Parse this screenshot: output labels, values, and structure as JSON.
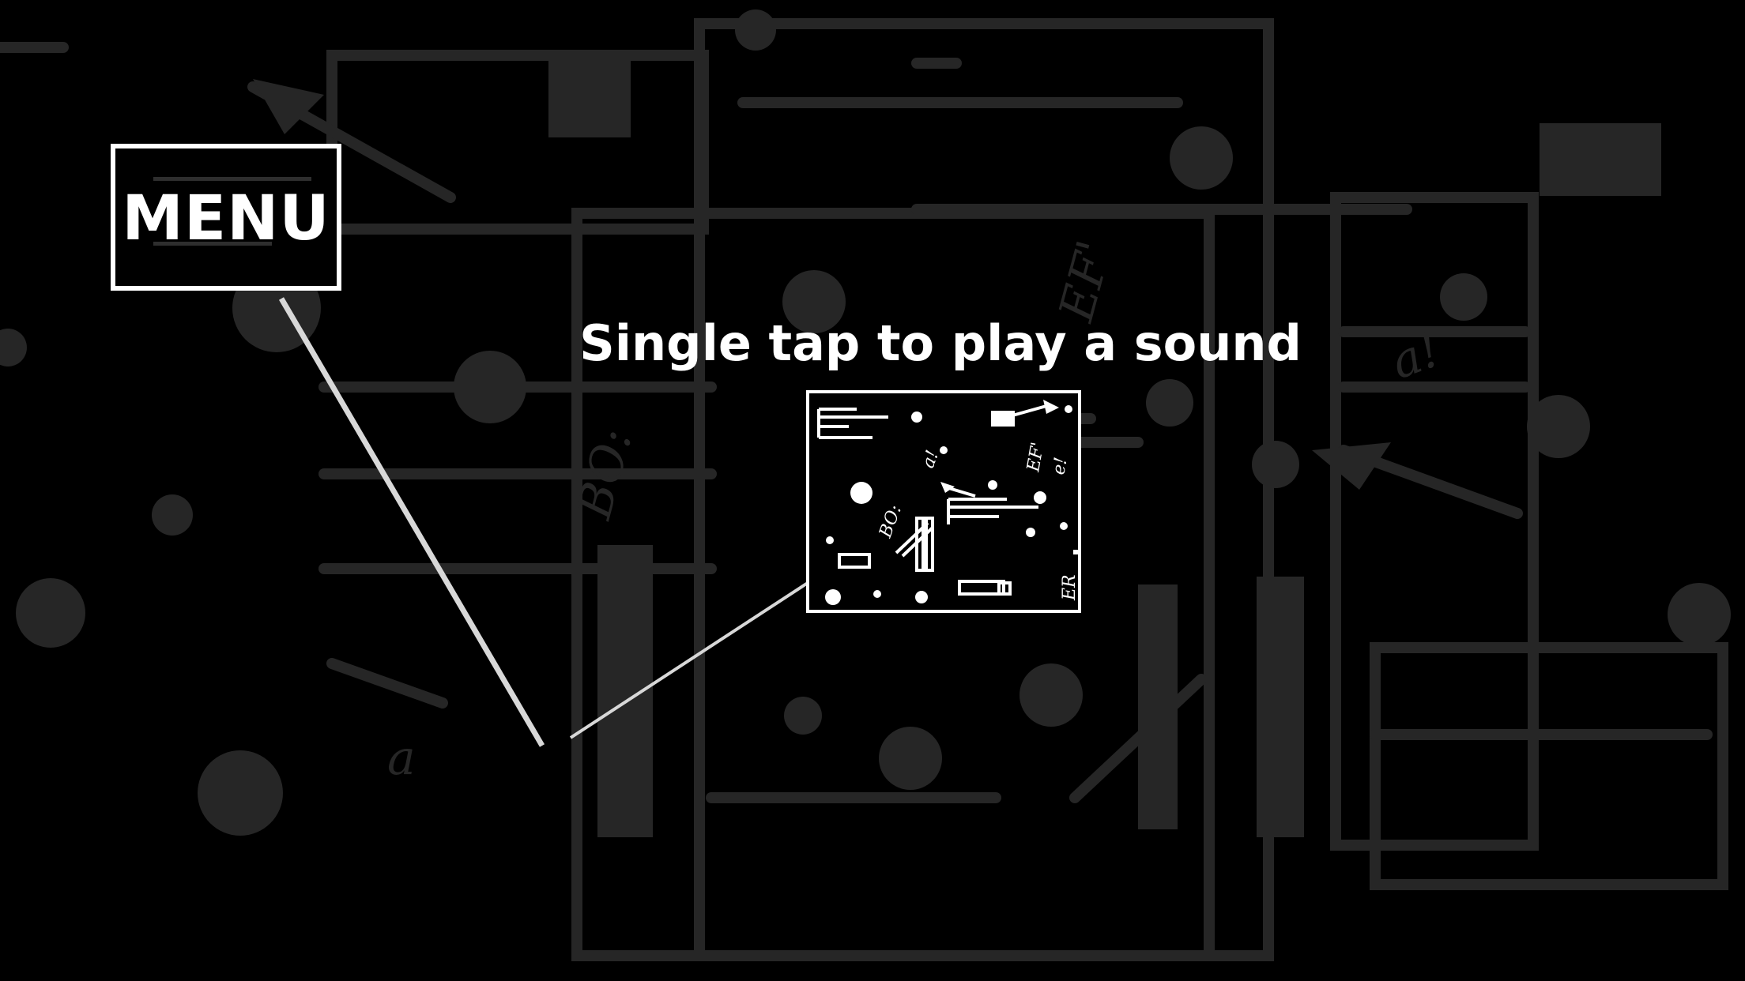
{
  "menu": {
    "label": "MENU"
  },
  "hint": {
    "text": "Single tap to play a sound"
  },
  "score_fragment": {
    "glyphs": [
      "a!",
      "EF'",
      "e!",
      "BO:",
      "ER"
    ]
  },
  "background_glyphs": [
    "BO:",
    "EF'",
    "a!",
    "a"
  ],
  "colors": {
    "background": "#000000",
    "foreground": "#ffffff",
    "faded": "#2a2a2a"
  }
}
